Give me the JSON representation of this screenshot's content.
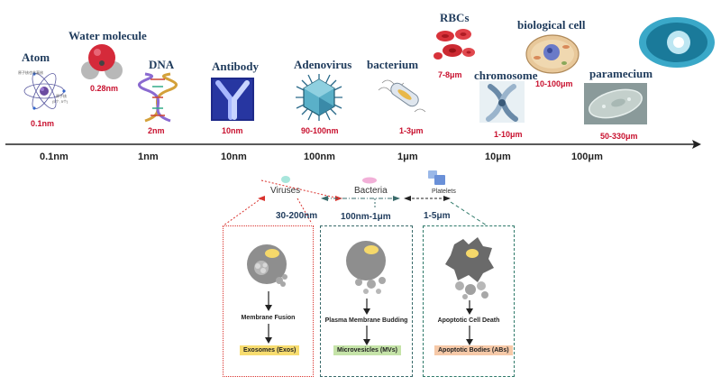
{
  "scale_items": [
    {
      "name": "Atom",
      "size": "0.1nm"
    },
    {
      "name": "Water molecule",
      "size": "0.28nm"
    },
    {
      "name": "DNA",
      "size": "2nm"
    },
    {
      "name": "Antibody",
      "size": "10nm"
    },
    {
      "name": "Adenovirus",
      "size": "90-100nm"
    },
    {
      "name": "bacterium",
      "size": "1-3μm"
    },
    {
      "name": "RBCs",
      "size": "7-8μm"
    },
    {
      "name": "chromosome",
      "size": "1-10μm"
    },
    {
      "name": "biological cell",
      "size": "10-100μm"
    },
    {
      "name": "paramecium",
      "size": "50-330μm"
    }
  ],
  "atom_caption": [
    "原子核也非真核",
    "(5个, 5个)",
    "原子核"
  ],
  "axis_ticks": [
    "0.1nm",
    "1nm",
    "10nm",
    "100nm",
    "1μm",
    "10μm",
    "100μm"
  ],
  "categories": [
    {
      "label": "Viruses",
      "range": "30-200nm"
    },
    {
      "label": "Bacteria",
      "range": "100nm-1μm"
    },
    {
      "label": "Platelets",
      "range": "1-5μm"
    }
  ],
  "pathways": [
    {
      "process": "Membrane Fusion",
      "product": "Exosomes (Exos)",
      "product_color": "#f7dc6f",
      "border_color": "#d9332e"
    },
    {
      "process": "Plasma Membrane Budding",
      "product": "Microvesicles (MVs)",
      "product_color": "#c5e3a8",
      "border_color": "#3a6b6b"
    },
    {
      "process": "Apoptotic Cell Death",
      "product": "Apoptotic Bodies (ABs)",
      "product_color": "#f6c9a8",
      "border_color": "#2f7a6a"
    }
  ]
}
